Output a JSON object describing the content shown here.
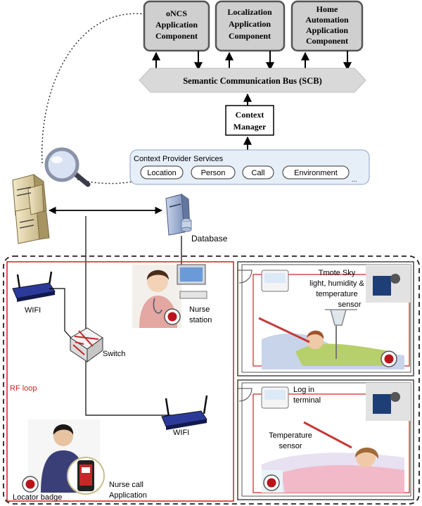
{
  "components": [
    {
      "line1": "oNCS",
      "line2": "Application",
      "line3": "Component"
    },
    {
      "line1": "Localization",
      "line2": "Application",
      "line3": "Component"
    },
    {
      "line1": "Home",
      "line2": "Automation",
      "line3": "Application",
      "line4": "Component"
    }
  ],
  "bus": {
    "label": "Semantic Communication Bus (SCB)"
  },
  "context_manager": {
    "line1": "Context",
    "line2": "Manager"
  },
  "provider": {
    "title": "Context Provider Services",
    "services": [
      "Location",
      "Person",
      "Call",
      "Environment"
    ],
    "more": "..."
  },
  "database": {
    "label": "Database"
  },
  "nurse_station": {
    "line1": "Nurse",
    "line2": "station"
  },
  "wifi_top": {
    "label": "WIFI"
  },
  "wifi_bottom": {
    "label": "WIFI"
  },
  "switch": {
    "label": "Switch"
  },
  "rf_loop": {
    "label": "RF loop"
  },
  "room1": {
    "line1": "Tmote Sky",
    "line2": "light, humidity &",
    "line3": "temperature",
    "line4": "sensor"
  },
  "room2": {
    "terminal_line1": "Log in",
    "terminal_line2": "terminal",
    "sensor_line1": "Temperature",
    "sensor_line2": "sensor"
  },
  "locator": {
    "label": "Locator badge"
  },
  "nurse_call": {
    "line1": "Nurse call",
    "line2": "Application"
  },
  "colors": {
    "rf_loop": "#d11f1f",
    "component_fill": "#cfcfcf",
    "bus_fill": "#d9d9d9",
    "provider_fill": "#e6eef8"
  }
}
